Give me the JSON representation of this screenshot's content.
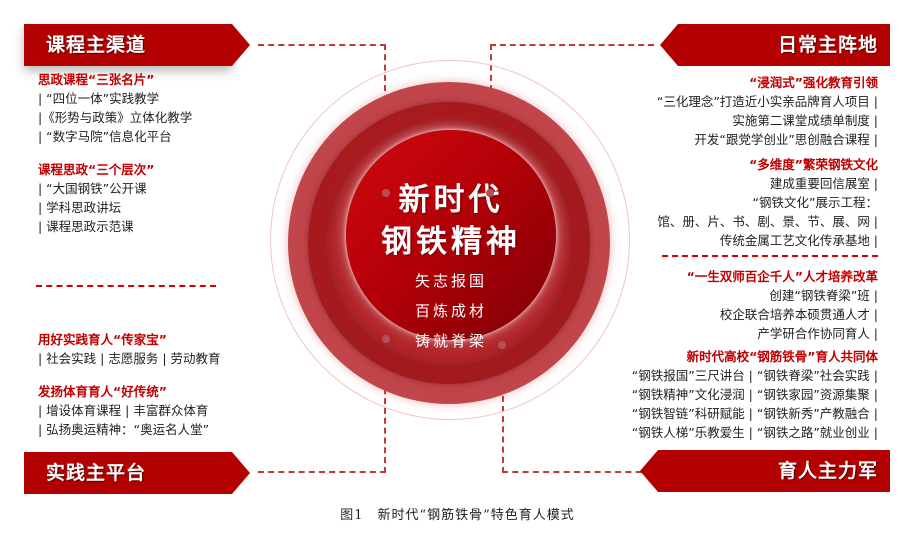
{
  "diagram": {
    "center": {
      "title_line1": "新时代",
      "title_line2": "钢铁精神",
      "sub1": "矢志报国",
      "sub2": "百炼成材",
      "sub3": "铸就脊梁",
      "colors": {
        "core": "#b80008",
        "ring_mid": "#9e1b20",
        "ring_outer": "#c0565c",
        "halo": "#f0c8ca"
      }
    },
    "top_left": {
      "banner": "课程主渠道",
      "groups": [
        {
          "head": "思政课程“三张名片”",
          "items": [
            "| “四位一体”实践教学",
            "|《形势与政策》立体化教学",
            "| “数字马院”信息化平台"
          ]
        },
        {
          "head": "课程思政“三个层次”",
          "items": [
            "| “大国钢铁”公开课",
            "| 学科思政讲坛",
            "| 课程思政示范课"
          ]
        }
      ]
    },
    "bottom_left": {
      "banner": "实践主平台",
      "groups": [
        {
          "head": "用好实践育人“传家宝”",
          "items": [
            "| 社会实践 | 志愿服务 | 劳动教育"
          ]
        },
        {
          "head": "发扬体育育人“好传统”",
          "items": [
            "| 增设体育课程 | 丰富群众体育",
            "| 弘扬奥运精神：“奥运名人堂”"
          ]
        }
      ]
    },
    "top_right": {
      "banner": "日常主阵地",
      "groups": [
        {
          "head": "“浸润式”强化教育引领",
          "items": [
            "“三化理念”打造近小实亲品牌育人项目 |",
            "实施第二课堂成绩单制度 |",
            "开发“跟党学创业”思创融合课程 |"
          ]
        },
        {
          "head": "“多维度”繁荣钢铁文化",
          "items": [
            "建成重要回信展室 |",
            "“钢铁文化”展示工程：",
            "馆、册、片、书、剧、景、节、展、网 |",
            "传统金属工艺文化传承基地 |"
          ]
        }
      ]
    },
    "bottom_right": {
      "banner": "育人主力军",
      "groups": [
        {
          "head": "“一生双师百企千人”人才培养改革",
          "items": [
            "创建“钢铁脊梁”班 |",
            "校企联合培养本硕贯通人才 |",
            "产学研合作协同育人 |"
          ]
        },
        {
          "head": "新时代高校“钢筋铁骨”育人共同体",
          "items": [
            "“钢铁报国”三尺讲台 | “钢铁脊梁”社会实践 |",
            "“钢铁精神”文化浸润 | “钢铁家园”资源集聚 |",
            "“钢铁智链”科研赋能 | “钢铁新秀”产教融合 |",
            "“钢铁人梯”乐教爱生 | “钢铁之路”就业创业 |"
          ]
        }
      ]
    },
    "caption": "图1　新时代“钢筋铁骨”特色育人模式",
    "accent_color": "#b30000"
  }
}
